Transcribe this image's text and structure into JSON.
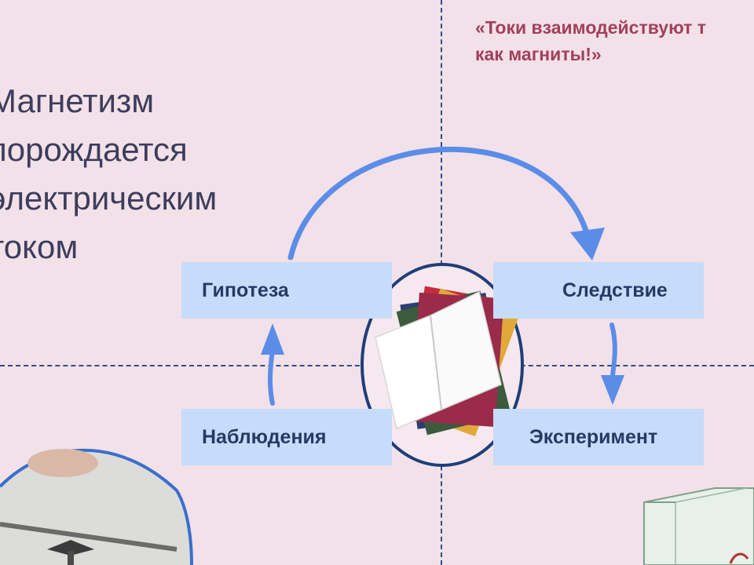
{
  "quote": {
    "line1": "«Токи взаимодействуют т",
    "line2": "как магниты!»"
  },
  "left_title": {
    "line1": "Магнетизм",
    "line2": "порождается",
    "line3": "электрическим",
    "line4": "током"
  },
  "cycle": {
    "hypothesis": "Гипотеза",
    "consequence": "Следствие",
    "observations": "Наблюдения",
    "experiment": "Эксперимент"
  },
  "colors": {
    "background": "#f2e1e8",
    "box_fill": "#c6dcfa",
    "box_text": "#273a66",
    "arrow": "#5b8de8",
    "accent_text": "#a23f5c",
    "title_text": "#3d3d5c",
    "guide_line": "#2e4f8f"
  },
  "icons": {
    "center": "open-book-icon"
  }
}
